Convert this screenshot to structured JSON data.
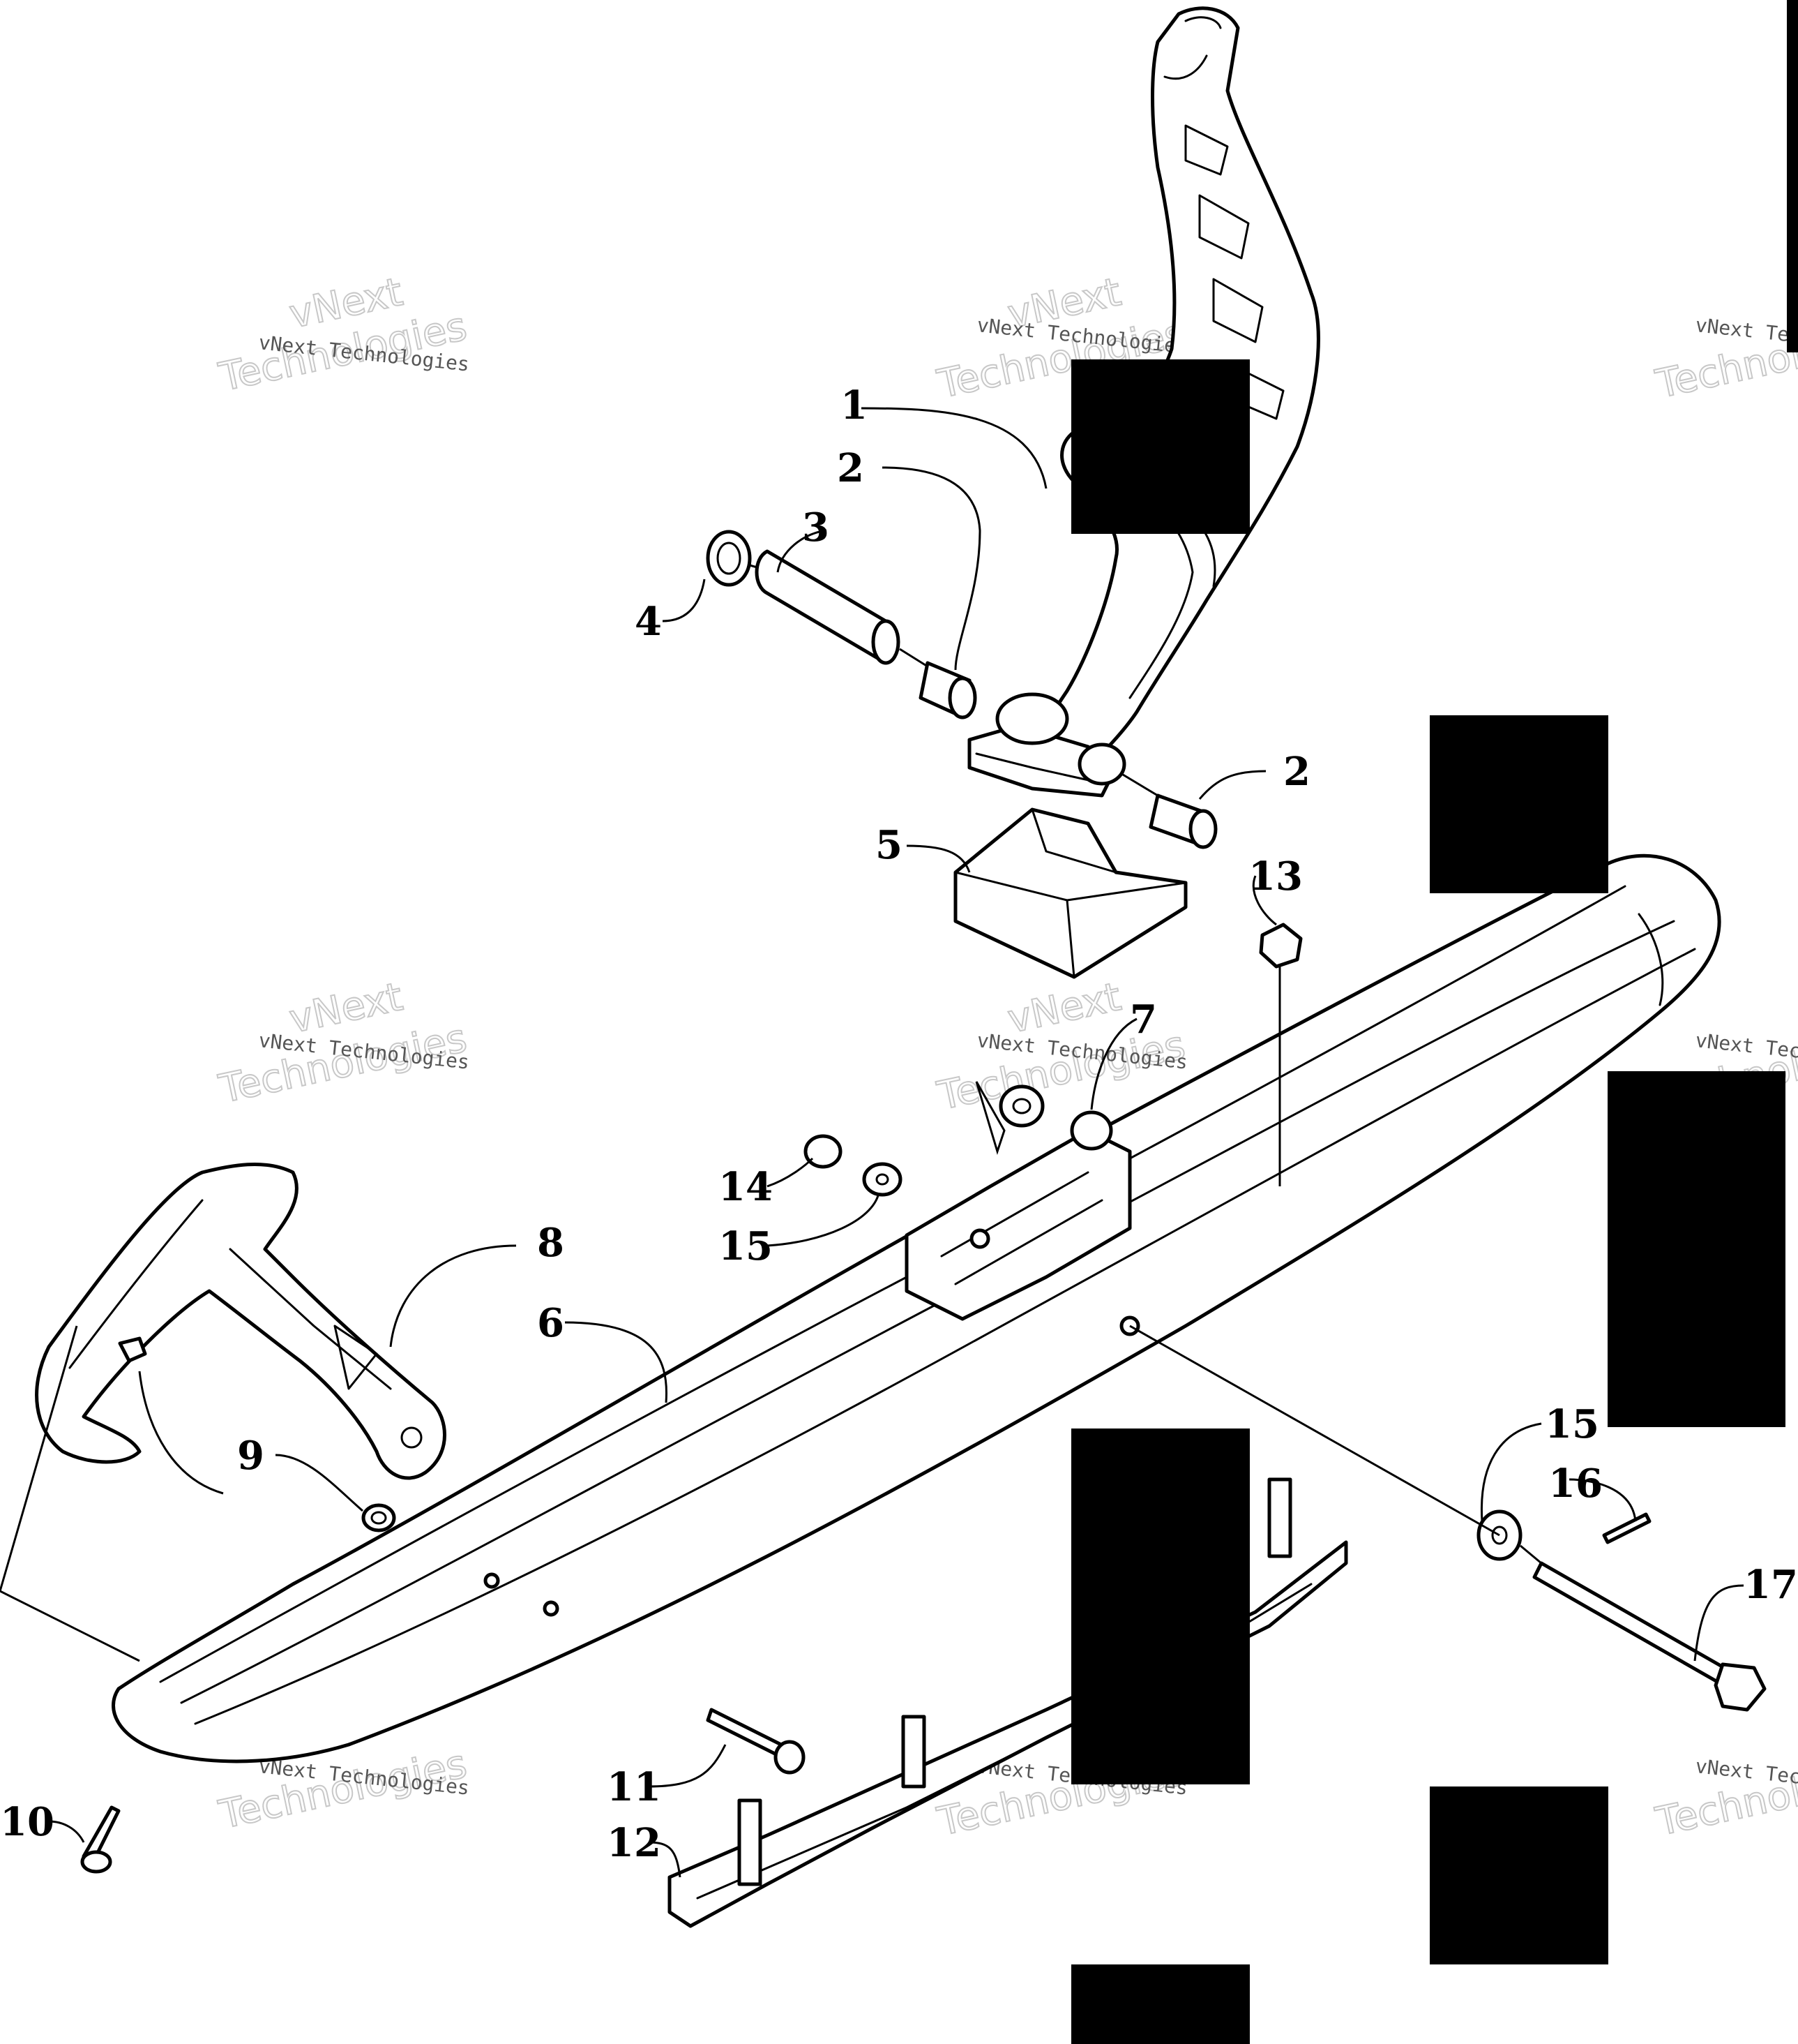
{
  "callouts": [
    "1",
    "2",
    "3",
    "4",
    "2",
    "5",
    "13",
    "7",
    "14",
    "15",
    "8",
    "6",
    "9",
    "15",
    "16",
    "17",
    "11",
    "10",
    "12"
  ],
  "watermark": {
    "line1": "vNext Technologies",
    "line2": "vNext",
    "line3": "Technologies"
  }
}
